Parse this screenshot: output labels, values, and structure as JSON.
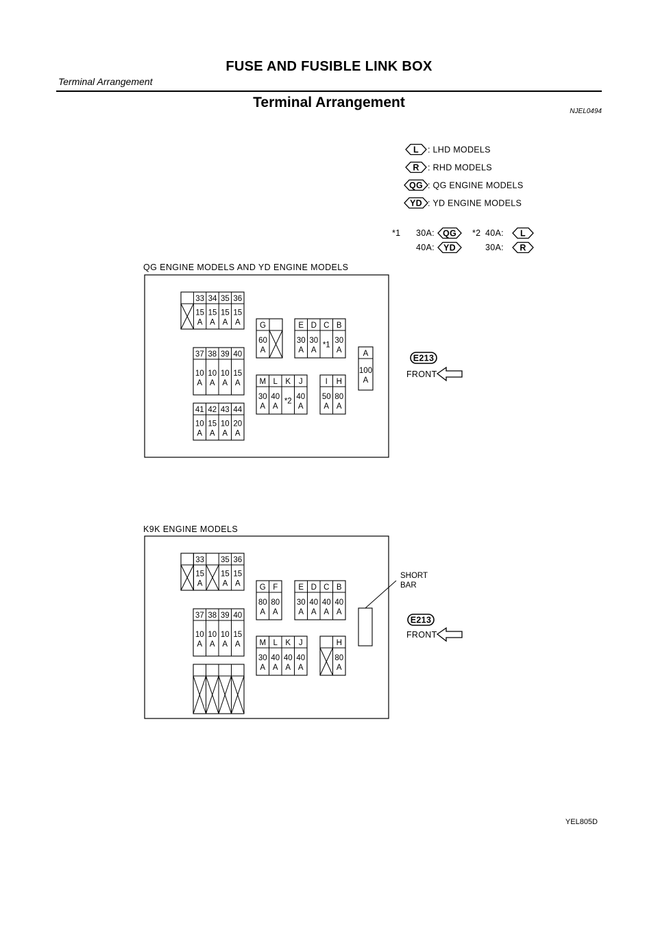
{
  "header": {
    "title": "FUSE AND FUSIBLE LINK BOX",
    "subtitle": "Terminal Arrangement",
    "section_title": "Terminal Arrangement",
    "section_code": "NJEL0494",
    "figure_code": "YEL805D"
  },
  "legend": [
    {
      "badge": "L",
      "text": ": LHD MODELS"
    },
    {
      "badge": "R",
      "text": ": RHD MODELS"
    },
    {
      "badge": "QG",
      "text": ": QG ENGINE MODELS"
    },
    {
      "badge": "YD",
      "text": ": YD ENGINE MODELS"
    }
  ],
  "notes": {
    "n1_mark": "*1",
    "n1_a_label": "30A:",
    "n1_a_badge": "QG",
    "n1_b_label": "40A:",
    "n1_b_badge": "YD",
    "n2_mark": "*2",
    "n2_a_label": "40A:",
    "n2_a_badge": "L",
    "n2_b_label": "30A:",
    "n2_b_badge": "R"
  },
  "diagram1": {
    "caption": "QG ENGINE MODELS AND YD ENGINE MODELS",
    "connector_badge": "E213",
    "front_label": "FRONT",
    "fuse_row_1": {
      "numbers": [
        "",
        "33",
        "34",
        "35",
        "36"
      ],
      "ratings": [
        "X",
        "15\nA",
        "15\nA",
        "15\nA",
        "15\nA"
      ]
    },
    "fuse_row_2": {
      "numbers": [
        "37",
        "38",
        "39",
        "40"
      ],
      "ratings": [
        "10\nA",
        "10\nA",
        "10\nA",
        "15\nA"
      ]
    },
    "fuse_row_3": {
      "numbers": [
        "41",
        "42",
        "43",
        "44"
      ],
      "ratings": [
        "10\nA",
        "15\nA",
        "10\nA",
        "20\nA"
      ]
    },
    "link_G": {
      "letters": [
        "G",
        ""
      ],
      "ratings": [
        "60\nA",
        "X"
      ]
    },
    "link_EB": {
      "letters": [
        "E",
        "D",
        "C",
        "B"
      ],
      "ratings": [
        "30\nA",
        "30\nA",
        "*1",
        "30\nA"
      ]
    },
    "link_MJ": {
      "letters": [
        "M",
        "L",
        "K",
        "J"
      ],
      "ratings": [
        "30\nA",
        "40\nA",
        "*2",
        "40\nA"
      ]
    },
    "link_IH": {
      "letters": [
        "I",
        "H"
      ],
      "ratings": [
        "50\nA",
        "80\nA"
      ]
    },
    "link_A": {
      "letters": [
        "A"
      ],
      "ratings": [
        "100\nA"
      ]
    }
  },
  "diagram2": {
    "caption": "K9K ENGINE MODELS",
    "connector_badge": "E213",
    "front_label": "FRONT",
    "short_bar_label": "SHORT\nBAR",
    "fuse_row_1": {
      "numbers": [
        "33",
        "",
        "35",
        "36"
      ],
      "ratings": [
        "15\nA",
        "X",
        "15\nA",
        "15\nA"
      ],
      "left_empty": "X"
    },
    "fuse_row_2": {
      "numbers": [
        "37",
        "38",
        "39",
        "40"
      ],
      "ratings": [
        "10\nA",
        "10\nA",
        "10\nA",
        "15\nA"
      ]
    },
    "fuse_row_3": {
      "numbers": [
        "",
        "",
        "",
        ""
      ],
      "ratings": [
        "X",
        "X",
        "X",
        "X"
      ]
    },
    "link_GF": {
      "letters": [
        "G",
        "F"
      ],
      "ratings": [
        "80\nA",
        "80\nA"
      ]
    },
    "link_EB": {
      "letters": [
        "E",
        "D",
        "C",
        "B"
      ],
      "ratings": [
        "30\nA",
        "40\nA",
        "40\nA",
        "40\nA"
      ]
    },
    "link_MJ": {
      "letters": [
        "M",
        "L",
        "K",
        "J"
      ],
      "ratings": [
        "30\nA",
        "40\nA",
        "40\nA",
        "40\nA"
      ]
    },
    "link_H": {
      "letters": [
        "",
        "H"
      ],
      "ratings": [
        "X",
        "80\nA"
      ]
    }
  }
}
